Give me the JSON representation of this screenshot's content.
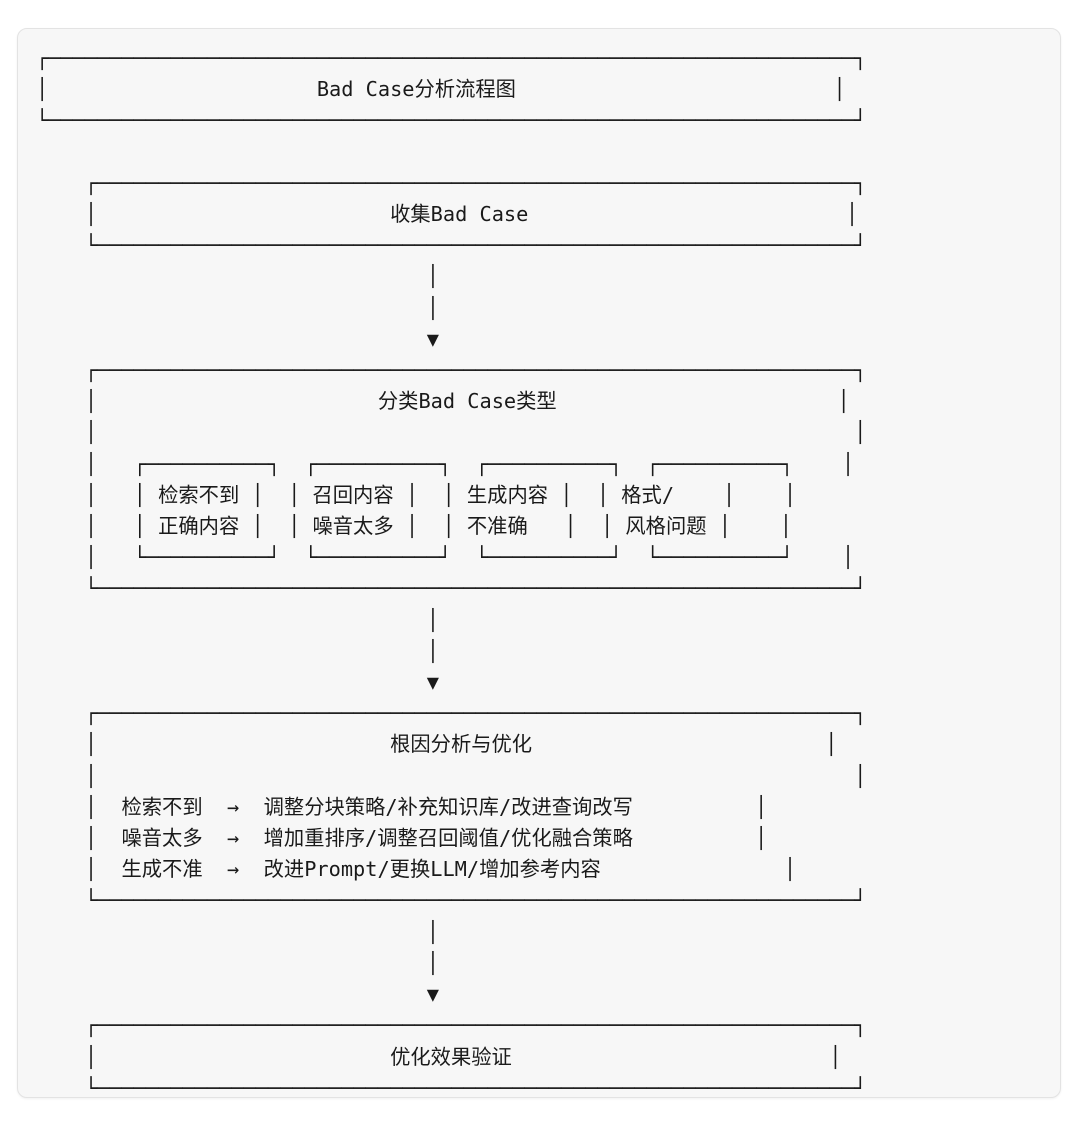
{
  "diagram": {
    "type": "flowchart",
    "title": "Bad Case分析流程图",
    "theme": {
      "page_background": "#ffffff",
      "panel_background": "#f7f7f7",
      "panel_border": "#e3e3e3",
      "ink": "#1a1a1a"
    },
    "glyphs": {
      "corner_top_left": "┌",
      "corner_top_right": "┐",
      "corner_bottom_left": "└",
      "corner_bottom_right": "┘",
      "horizontal": "─",
      "vertical": "│",
      "arrow_down": "▼",
      "arrow_right": "→"
    },
    "nodes": [
      {
        "id": "title",
        "label": "Bad Case分析流程图",
        "kind": "title-box"
      },
      {
        "id": "collect",
        "label": "收集Bad Case",
        "kind": "process-box"
      },
      {
        "id": "classify",
        "label": "分类Bad Case类型",
        "kind": "group-box",
        "children": [
          {
            "id": "cat-1",
            "lines": [
              "检索不到",
              "正确内容"
            ]
          },
          {
            "id": "cat-2",
            "lines": [
              "召回内容",
              "噪音太多"
            ]
          },
          {
            "id": "cat-3",
            "lines": [
              "生成内容",
              "不准确"
            ]
          },
          {
            "id": "cat-4",
            "lines": [
              "格式/",
              "风格问题"
            ]
          }
        ]
      },
      {
        "id": "rootcause",
        "label": "根因分析与优化",
        "kind": "group-box",
        "mappings": [
          {
            "cause": "检索不到",
            "arrow": "→",
            "remedy": "调整分块策略/补充知识库/改进查询改写"
          },
          {
            "cause": "噪音太多",
            "arrow": "→",
            "remedy": "增加重排序/调整召回阈值/优化融合策略"
          },
          {
            "cause": "生成不准",
            "arrow": "→",
            "remedy": "改进Prompt/更换LLM/增加参考内容"
          }
        ]
      },
      {
        "id": "verify",
        "label": "优化效果验证",
        "kind": "process-box"
      }
    ],
    "edges": [
      {
        "from": "collect",
        "to": "classify",
        "style": "vertical-arrow"
      },
      {
        "from": "classify",
        "to": "rootcause",
        "style": "vertical-arrow"
      },
      {
        "from": "rootcause",
        "to": "verify",
        "style": "vertical-arrow"
      }
    ]
  },
  "art": {
    "title_box": "┌──────────────────────────────────────────────────────────────────┐\n│                      Bad Case分析流程图                          │\n└──────────────────────────────────────────────────────────────────┘",
    "collect_box": "    ┌──────────────────────────────────────────────────────────────┐\n    │                        收集Bad Case                          │\n    └──────────────────────────────────────────────────────────────┘\n                                │\n                                │\n                                ▼",
    "classify_box": "    ┌──────────────────────────────────────────────────────────────┐\n    │                       分类Bad Case类型                       │\n    │                                                              │\n    │   ┌──────────┐  ┌──────────┐  ┌──────────┐  ┌──────────┐    │\n    │   │ 检索不到 │  │ 召回内容 │  │ 生成内容 │  │ 格式/    │    │\n    │   │ 正确内容 │  │ 噪音太多 │  │ 不准确   │  │ 风格问题 │    │\n    │   └──────────┘  └──────────┘  └──────────┘  └──────────┘    │\n    └──────────────────────────────────────────────────────────────┘\n                                │\n                                │\n                                ▼",
    "rootcause_box": "    ┌──────────────────────────────────────────────────────────────┐\n    │                        根因分析与优化                        │\n    │                                                              │\n    │  检索不到  →  调整分块策略/补充知识库/改进查询改写          │\n    │  噪音太多  →  增加重排序/调整召回阈值/优化融合策略          │\n    │  生成不准  →  改进Prompt/更换LLM/增加参考内容               │\n    └──────────────────────────────────────────────────────────────┘\n                                │\n                                │\n                                ▼",
    "verify_box": "    ┌──────────────────────────────────────────────────────────────┐\n    │                        优化效果验证                          │\n    └──────────────────────────────────────────────────────────────┘"
  }
}
